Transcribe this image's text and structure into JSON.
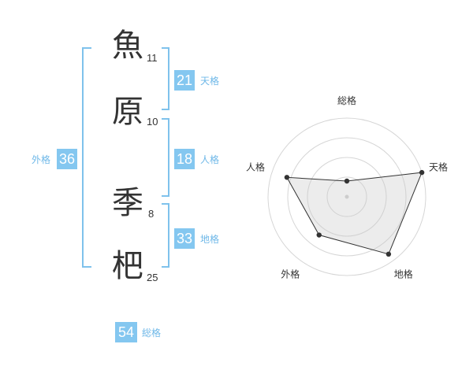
{
  "name": {
    "characters": [
      {
        "char": "魚",
        "strokes": "11"
      },
      {
        "char": "原",
        "strokes": "10"
      },
      {
        "char": "季",
        "strokes": "8"
      },
      {
        "char": "杷",
        "strokes": "25"
      }
    ]
  },
  "scores": {
    "tenkaku": {
      "value": "21",
      "label": "天格"
    },
    "jinkaku": {
      "value": "18",
      "label": "人格"
    },
    "chikaku": {
      "value": "33",
      "label": "地格"
    },
    "gaikaku": {
      "value": "36",
      "label": "外格"
    },
    "soukaku": {
      "value": "54",
      "label": "総格"
    }
  },
  "colors": {
    "accent": "#84c7f0",
    "bracket": "#7fc2ec",
    "label": "#6fb8e8",
    "text": "#333333"
  },
  "chart_data": {
    "type": "radar",
    "axes": [
      "総格",
      "天格",
      "地格",
      "外格",
      "人格"
    ],
    "values": [
      0.2,
      1.0,
      0.9,
      0.6,
      0.8
    ],
    "range": [
      0,
      1
    ],
    "rings": 4,
    "grid": true,
    "legend": "none"
  }
}
